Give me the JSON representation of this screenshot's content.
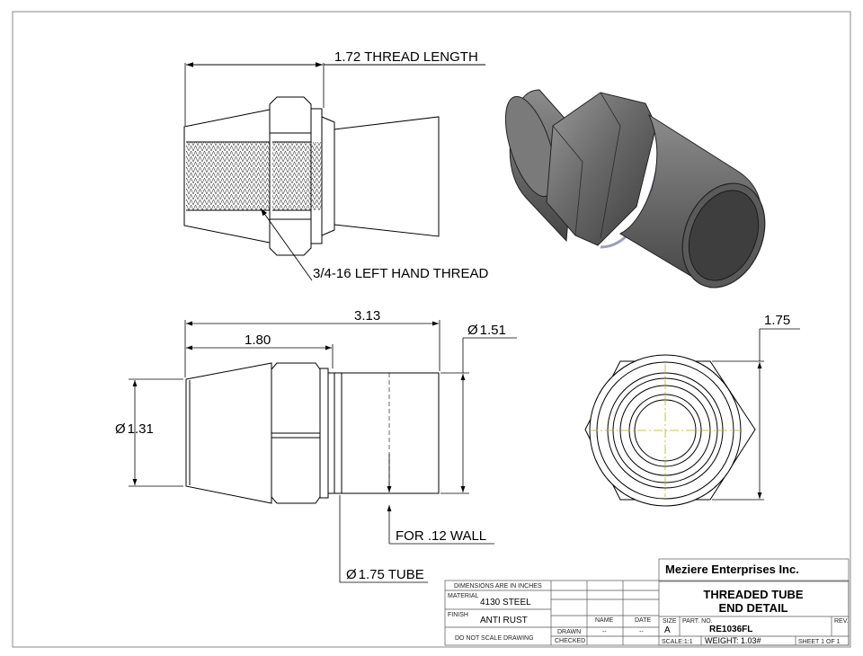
{
  "drawing": {
    "dims": {
      "thread_length": "1.72 THREAD LENGTH",
      "thread_callout": "3/4-16 LEFT HAND THREAD",
      "overall_length": "3.13",
      "body_length": "1.80",
      "hex_od": "1.51",
      "nose_dia": "1.31",
      "hex_width": "1.75",
      "wall": "FOR .12 WALL",
      "tube": "1.75 TUBE",
      "dia_symbol": "Ø"
    }
  },
  "title_block": {
    "company": "Meziere Enterprises Inc.",
    "title_line1": "THREADED TUBE",
    "title_line2": "END DETAIL",
    "dimensions_note": "DIMENSIONS ARE IN INCHES",
    "material_label": "MATERIAL",
    "material": "4130 STEEL",
    "finish_label": "FINISH",
    "finish": "ANTI RUST",
    "do_not_scale": "DO NOT SCALE DRAWING",
    "name_col": "NAME",
    "date_col": "DATE",
    "drawn_label": "DRAWN",
    "checked_label": "CHECKED",
    "drawn_name": "--",
    "drawn_date": "--",
    "size_label": "SIZE",
    "size": "A",
    "part_no_label": "PART. NO.",
    "part_no": "RE1036FL",
    "rev_label": "REV.",
    "scale": "SCALE:1:1",
    "weight": "WEIGHT: 1.03#",
    "sheet": "SHEET 1 OF 1"
  },
  "colors": {
    "line": "#000000",
    "centerline": "#b8b800",
    "iso_body": "#6e6e6e",
    "border": "#888888"
  }
}
